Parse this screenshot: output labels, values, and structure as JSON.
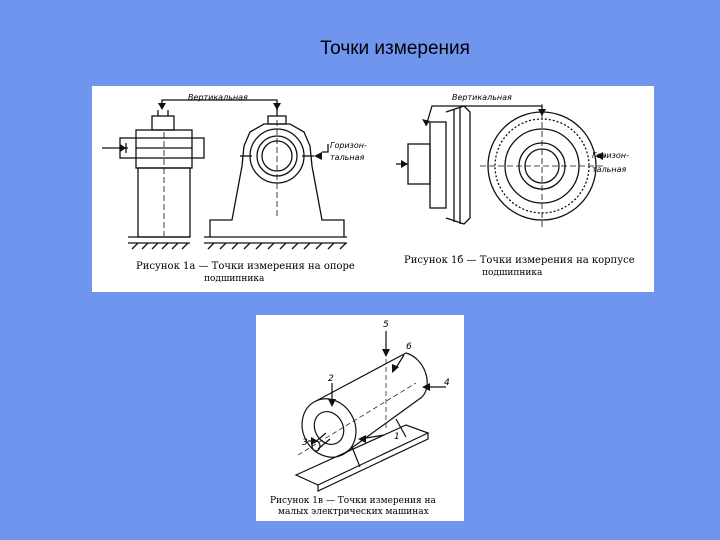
{
  "slide": {
    "title": "Точки измерения"
  },
  "figure_a": {
    "label_vertical": "Вертикальная",
    "label_horizontal_1": "Горизон-",
    "label_horizontal_2": "тальная",
    "caption_1": "Рисунок 1а — Точки измерения на опоре",
    "caption_2": "подшипника"
  },
  "figure_b": {
    "label_vertical": "Вертикальная",
    "label_horizontal_1": "Горизон-",
    "label_horizontal_2": "тальная",
    "caption_1": "Рисунок 1б — Точки измерения на корпусе",
    "caption_2": "подшипника"
  },
  "figure_c": {
    "points": [
      "1",
      "2",
      "3",
      "4",
      "5",
      "6"
    ],
    "caption_1": "Рисунок 1в — Точки измерения на",
    "caption_2": "малых электрических машинах"
  }
}
